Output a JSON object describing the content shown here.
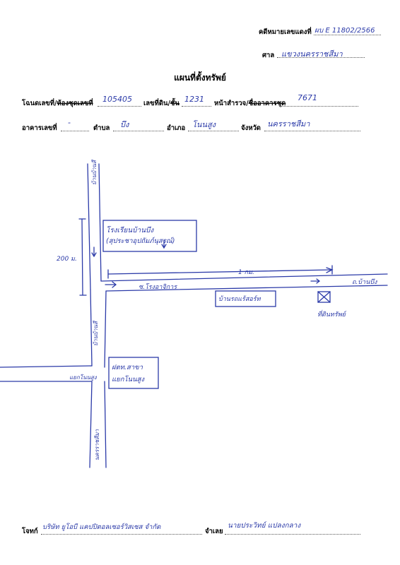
{
  "header": {
    "case_label": "คดีหมายเลขแดงที่",
    "case_value": "ผบ E 11802/2566",
    "court_label": "ศาล",
    "court_value": "แขวงนครราชสีมา"
  },
  "title": "แผนที่ตั้งทรัพย์",
  "row1": {
    "deed_label_a": "โฉนดเลขที่/",
    "deed_label_b": "ห้องชุดเลขที่",
    "deed_value": "105405",
    "land_label_a": "เลขที่ดิน/",
    "land_label_b": "ชั้น",
    "land_value": "1231",
    "survey_label_a": "หน้าสำรวจ/",
    "survey_label_b": "ชื่ออาคารชุด",
    "survey_value": "7671"
  },
  "row2": {
    "building_label": "อาคารเลขที่",
    "building_value": "-",
    "subdistrict_label": "ตำบล",
    "subdistrict_value": "บึง",
    "district_label": "อำเภอ",
    "district_value": "โนนสูง",
    "province_label": "จังหวัด",
    "province_value": "นครราชสีมา"
  },
  "map": {
    "road_north": "บ้านบ้านสี",
    "road_main_vertical": "บ้านบ้านสี",
    "road_to_korat": "นครราชสีมา",
    "road_to_junction": "แยกโนนสูง",
    "road_horizontal": "ซ.โรงอาจิการ",
    "road_right_end": "ถ.บ้านบึง",
    "school_line1": "โรงเรียนบ้านบึง",
    "school_line2": "(สุประชาอุปถัมภ์นุสรณ์)",
    "distance_left": "200 ม.",
    "distance_top": "1 กม.",
    "shop_label": "บ้านรถแร้สอร์ท",
    "property_label": "ที่ดินทรัพย์",
    "police_line1": "ฝตท.สาขา",
    "police_line2": "แยกโนนสูง"
  },
  "footer": {
    "plaintiff_label": "โจทก์",
    "plaintiff_value": "บริษัท ยูโอบี แคปปิตอลเซอร์วิสเซส จำกัด",
    "defendant_label": "จำเลย",
    "defendant_value": "นายประวิทย์ แปลงกลาง"
  },
  "colors": {
    "ink": "#2b3aa8",
    "print": "#000000"
  }
}
